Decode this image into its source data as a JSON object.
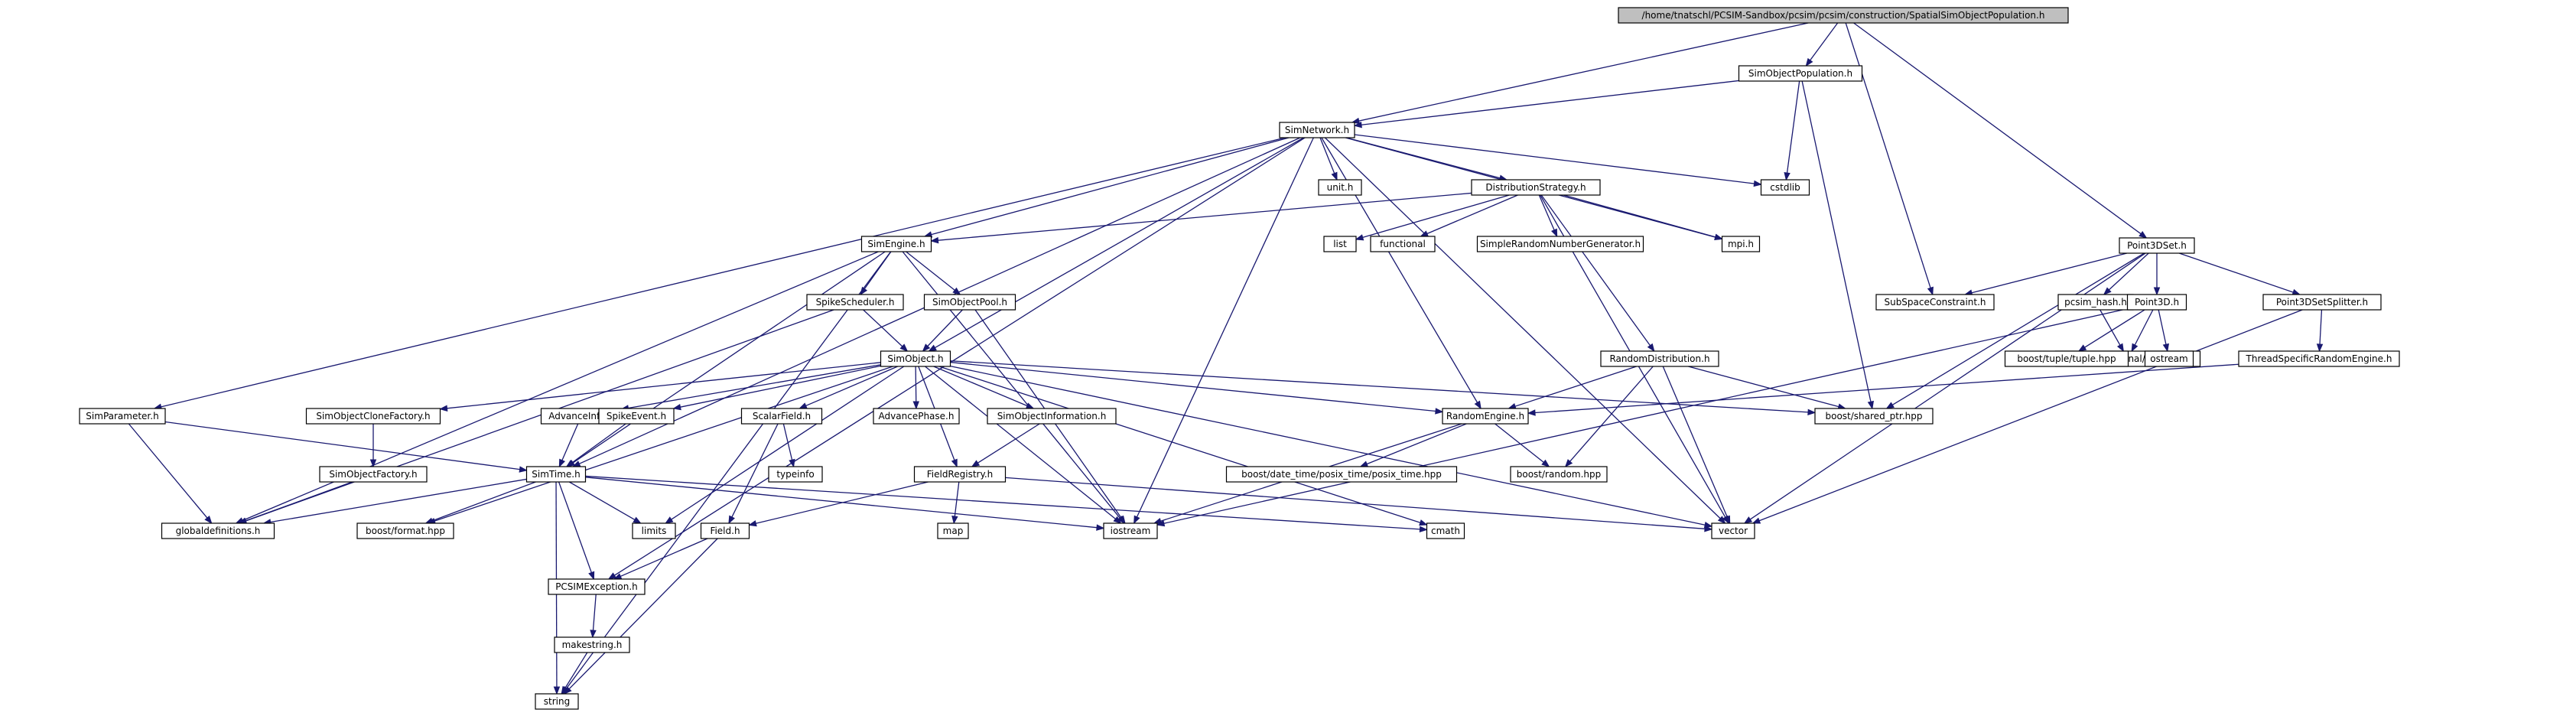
{
  "diagram": {
    "title": "Include dependency graph for SpatialSimObjectPopulation.h",
    "colors": {
      "edge": "#191970",
      "root_fill": "#bfbfbf",
      "node_fill": "#ffffff",
      "doc_border": "#000000",
      "undoc_border": "#bfbfbf",
      "truncated_border": "#ff0000"
    },
    "nodes": [
      {
        "id": "root",
        "label": "/home/tnatschl/PCSIM-Sandbox/pcsim/pcsim/construction/SpatialSimObjectPopulation.h",
        "kind": "root"
      },
      {
        "id": "SimObjectPopulation",
        "label": "SimObjectPopulation.h",
        "kind": "doc"
      },
      {
        "id": "SimNetwork",
        "label": "SimNetwork.h",
        "kind": "doc"
      },
      {
        "id": "cstdlib",
        "label": "cstdlib",
        "kind": "undoc"
      },
      {
        "id": "Point3DSet",
        "label": "Point3DSet.h",
        "kind": "doc"
      },
      {
        "id": "SubSpaceConstraint",
        "label": "SubSpaceConstraint.h",
        "kind": "doc"
      },
      {
        "id": "vector",
        "label": "vector",
        "kind": "undoc"
      },
      {
        "id": "shared_ptr",
        "label": "boost/shared_ptr.hpp",
        "kind": "undoc"
      },
      {
        "id": "mpi",
        "label": "mpi.h",
        "kind": "doc"
      },
      {
        "id": "iostream",
        "label": "iostream",
        "kind": "undoc"
      },
      {
        "id": "SimParameter",
        "label": "SimParameter.h",
        "kind": "doc"
      },
      {
        "id": "SimTime",
        "label": "SimTime.h",
        "kind": "doc"
      },
      {
        "id": "PCSIMException",
        "label": "PCSIMException.h",
        "kind": "doc"
      },
      {
        "id": "SimEngine",
        "label": "SimEngine.h",
        "kind": "doc"
      },
      {
        "id": "SimObject",
        "label": "SimObject.h",
        "kind": "doc"
      },
      {
        "id": "RandomEngine",
        "label": "RandomEngine.h",
        "kind": "doc"
      },
      {
        "id": "globaldefinitions",
        "label": "globaldefinitions.h",
        "kind": "truncated"
      },
      {
        "id": "SpikeScheduler",
        "label": "SpikeScheduler.h",
        "kind": "doc"
      },
      {
        "id": "SimObjectPool",
        "label": "SimObjectPool.h",
        "kind": "doc"
      },
      {
        "id": "string",
        "label": "string",
        "kind": "undoc"
      },
      {
        "id": "SimObjectCloneFactory",
        "label": "SimObjectCloneFactory.h",
        "kind": "doc"
      },
      {
        "id": "AdvanceInfo",
        "label": "AdvanceInfo.h",
        "kind": "doc"
      },
      {
        "id": "SpikeEvent",
        "label": "SpikeEvent.h",
        "kind": "doc"
      },
      {
        "id": "ScalarField",
        "label": "ScalarField.h",
        "kind": "doc"
      },
      {
        "id": "AdvancePhase",
        "label": "AdvancePhase.h",
        "kind": "doc"
      },
      {
        "id": "SimObjectInformation",
        "label": "SimObjectInformation.h",
        "kind": "doc"
      },
      {
        "id": "limits",
        "label": "limits",
        "kind": "undoc"
      },
      {
        "id": "FieldRegistry",
        "label": "FieldRegistry.h",
        "kind": "doc"
      },
      {
        "id": "SimObjectFactory",
        "label": "SimObjectFactory.h",
        "kind": "doc"
      },
      {
        "id": "boost_format",
        "label": "boost/format.hpp",
        "kind": "undoc"
      },
      {
        "id": "makestring",
        "label": "makestring.h",
        "kind": "doc"
      },
      {
        "id": "Field",
        "label": "Field.h",
        "kind": "doc"
      },
      {
        "id": "typeinfo",
        "label": "typeinfo",
        "kind": "undoc"
      },
      {
        "id": "map",
        "label": "map",
        "kind": "undoc"
      },
      {
        "id": "cmath",
        "label": "cmath",
        "kind": "undoc"
      },
      {
        "id": "posix_time",
        "label": "boost/date_time/posix_time/posix_time.hpp",
        "kind": "undoc"
      },
      {
        "id": "boost_random",
        "label": "boost/random.hpp",
        "kind": "undoc"
      },
      {
        "id": "RandomDistribution",
        "label": "RandomDistribution.h",
        "kind": "doc"
      },
      {
        "id": "unit",
        "label": "unit.h",
        "kind": "doc"
      },
      {
        "id": "DistributionStrategy",
        "label": "DistributionStrategy.h",
        "kind": "doc"
      },
      {
        "id": "list",
        "label": "list",
        "kind": "undoc"
      },
      {
        "id": "functional",
        "label": "functional",
        "kind": "undoc"
      },
      {
        "id": "SimpleRNG",
        "label": "SimpleRandomNumberGenerator.h",
        "kind": "doc"
      },
      {
        "id": "pcsim_hash",
        "label": "pcsim_hash.h",
        "kind": "doc"
      },
      {
        "id": "Point3D",
        "label": "Point3D.h",
        "kind": "doc"
      },
      {
        "id": "Point3DSetSplitter",
        "label": "Point3DSetSplitter.h",
        "kind": "doc"
      },
      {
        "id": "functional_hash",
        "label": "boost/functional/hash.hpp",
        "kind": "undoc"
      },
      {
        "id": "tuple",
        "label": "boost/tuple/tuple.hpp",
        "kind": "undoc"
      },
      {
        "id": "ostream",
        "label": "ostream",
        "kind": "undoc"
      },
      {
        "id": "ThreadSpecificRNG",
        "label": "ThreadSpecificRandomEngine.h",
        "kind": "truncated"
      }
    ],
    "edges": [
      [
        "root",
        "SimObjectPopulation"
      ],
      [
        "root",
        "SimNetwork"
      ],
      [
        "root",
        "SubSpaceConstraint"
      ],
      [
        "root",
        "Point3DSet"
      ],
      [
        "SimObjectPopulation",
        "SimNetwork"
      ],
      [
        "SimObjectPopulation",
        "cstdlib"
      ],
      [
        "SimObjectPopulation",
        "shared_ptr"
      ],
      [
        "SimNetwork",
        "SimParameter"
      ],
      [
        "SimNetwork",
        "SimTime"
      ],
      [
        "SimNetwork",
        "PCSIMException"
      ],
      [
        "SimNetwork",
        "SimEngine"
      ],
      [
        "SimNetwork",
        "SimObject"
      ],
      [
        "SimNetwork",
        "RandomEngine"
      ],
      [
        "SimNetwork",
        "unit"
      ],
      [
        "SimNetwork",
        "DistributionStrategy"
      ],
      [
        "SimNetwork",
        "mpi"
      ],
      [
        "SimNetwork",
        "cstdlib"
      ],
      [
        "SimNetwork",
        "vector"
      ],
      [
        "SimNetwork",
        "iostream"
      ],
      [
        "SimParameter",
        "globaldefinitions"
      ],
      [
        "SimParameter",
        "SimTime"
      ],
      [
        "SimTime",
        "globaldefinitions"
      ],
      [
        "SimTime",
        "boost_format"
      ],
      [
        "SimTime",
        "PCSIMException"
      ],
      [
        "SimTime",
        "string"
      ],
      [
        "SimTime",
        "limits"
      ],
      [
        "SimTime",
        "iostream"
      ],
      [
        "SimTime",
        "cmath"
      ],
      [
        "PCSIMException",
        "makestring"
      ],
      [
        "makestring",
        "string"
      ],
      [
        "SimEngine",
        "globaldefinitions"
      ],
      [
        "SimEngine",
        "SimTime"
      ],
      [
        "SimEngine",
        "SpikeScheduler"
      ],
      [
        "SimEngine",
        "SimObjectPool"
      ],
      [
        "SimEngine",
        "iostream"
      ],
      [
        "SimEngine",
        "string"
      ],
      [
        "SpikeScheduler",
        "SimObject"
      ],
      [
        "SpikeScheduler",
        "globaldefinitions"
      ],
      [
        "SimObjectPool",
        "SimObject"
      ],
      [
        "SimObjectPool",
        "iostream"
      ],
      [
        "SimObject",
        "SimObjectCloneFactory"
      ],
      [
        "SimObject",
        "AdvanceInfo"
      ],
      [
        "SimObject",
        "SpikeEvent"
      ],
      [
        "SimObject",
        "ScalarField"
      ],
      [
        "SimObject",
        "AdvancePhase"
      ],
      [
        "SimObject",
        "SimObjectInformation"
      ],
      [
        "SimObject",
        "FieldRegistry"
      ],
      [
        "SimObject",
        "RandomEngine"
      ],
      [
        "SimObject",
        "limits"
      ],
      [
        "SimObject",
        "iostream"
      ],
      [
        "SimObject",
        "vector"
      ],
      [
        "SimObject",
        "shared_ptr"
      ],
      [
        "SimObject",
        "boost_format"
      ],
      [
        "SimObject",
        "cmath"
      ],
      [
        "SimObjectCloneFactory",
        "SimObjectFactory"
      ],
      [
        "SimObjectFactory",
        "globaldefinitions"
      ],
      [
        "AdvanceInfo",
        "SimTime"
      ],
      [
        "SpikeEvent",
        "SimTime"
      ],
      [
        "ScalarField",
        "Field"
      ],
      [
        "ScalarField",
        "typeinfo"
      ],
      [
        "SimObjectInformation",
        "FieldRegistry"
      ],
      [
        "FieldRegistry",
        "Field"
      ],
      [
        "FieldRegistry",
        "map"
      ],
      [
        "FieldRegistry",
        "vector"
      ],
      [
        "Field",
        "PCSIMException"
      ],
      [
        "Field",
        "string"
      ],
      [
        "RandomEngine",
        "posix_time"
      ],
      [
        "RandomEngine",
        "boost_random"
      ],
      [
        "RandomEngine",
        "iostream"
      ],
      [
        "DistributionStrategy",
        "SimEngine"
      ],
      [
        "DistributionStrategy",
        "list"
      ],
      [
        "DistributionStrategy",
        "functional"
      ],
      [
        "DistributionStrategy",
        "SimpleRNG"
      ],
      [
        "DistributionStrategy",
        "mpi"
      ],
      [
        "DistributionStrategy",
        "RandomDistribution"
      ],
      [
        "DistributionStrategy",
        "vector"
      ],
      [
        "RandomDistribution",
        "RandomEngine"
      ],
      [
        "RandomDistribution",
        "boost_random"
      ],
      [
        "RandomDistribution",
        "shared_ptr"
      ],
      [
        "RandomDistribution",
        "vector"
      ],
      [
        "Point3DSet",
        "SubSpaceConstraint"
      ],
      [
        "Point3DSet",
        "pcsim_hash"
      ],
      [
        "Point3DSet",
        "Point3D"
      ],
      [
        "Point3DSet",
        "Point3DSetSplitter"
      ],
      [
        "Point3DSet",
        "shared_ptr"
      ],
      [
        "Point3DSet",
        "vector"
      ],
      [
        "pcsim_hash",
        "functional_hash"
      ],
      [
        "Point3D",
        "functional_hash"
      ],
      [
        "Point3D",
        "tuple"
      ],
      [
        "Point3D",
        "ostream"
      ],
      [
        "Point3D",
        "iostream"
      ],
      [
        "Point3DSetSplitter",
        "ThreadSpecificRNG"
      ],
      [
        "Point3DSetSplitter",
        "vector"
      ],
      [
        "ThreadSpecificRNG",
        "RandomEngine"
      ]
    ]
  }
}
